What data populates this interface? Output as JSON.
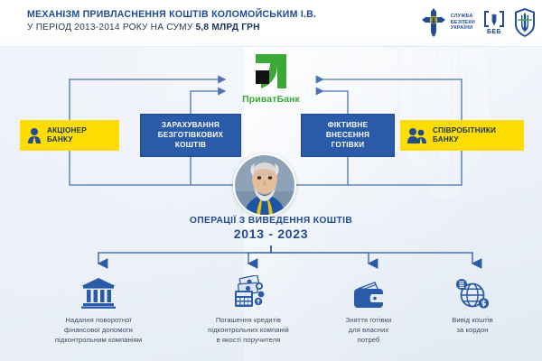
{
  "header": {
    "title_line1": "МЕХАНІЗМ ПРИВЛАСНЕННЯ КОШТІВ КОЛОМОЙСЬКИМ І.В.",
    "title_line2_prefix": "У ПЕРІОД 2013-2014 РОКУ НА СУМУ ",
    "title_line2_amount": "5,8 МЛРД ГРН"
  },
  "logos": [
    {
      "name": "sbu-logo",
      "text_line1": "СЛУЖБА",
      "text_line2": "БЕЗПЕКИ",
      "text_line3": "УКРАЇНИ"
    },
    {
      "name": "beb-logo",
      "text": "БЕБ"
    },
    {
      "name": "prosecutor-logo",
      "text": ""
    }
  ],
  "bank": {
    "name": "ПриватБанк",
    "logo_icon": "privatbank-logo",
    "brand_color": "#3aa935"
  },
  "nodes": [
    {
      "id": "shareholder",
      "label": "АКЦІОНЕР\nБАНКУ",
      "label_line1": "АКЦІОНЕР",
      "label_line2": "БАНКУ",
      "style": "yellow",
      "icon": "person-icon"
    },
    {
      "id": "noncash",
      "label_line1": "ЗАРАХУВАННЯ",
      "label_line2": "БЕЗГОТІВКОВИХ",
      "label_line3": "КОШТІВ",
      "style": "blue"
    },
    {
      "id": "fictitious",
      "label_line1": "ФІКТИВНЕ",
      "label_line2": "ВНЕСЕННЯ",
      "label_line3": "ГОТІВКИ",
      "style": "blue"
    },
    {
      "id": "employees",
      "label_line1": "СПІВРОБІТНИКИ",
      "label_line2": "БАНКУ",
      "style": "yellow",
      "icon": "people-icon"
    }
  ],
  "portrait": {
    "alt": "Коломойський І.В.",
    "icon": "person-portrait"
  },
  "banner": {
    "line1": "ОПЕРАЦІЇ З ВИВЕДЕННЯ КОШТІВ",
    "line2": "2013 - 2023"
  },
  "outcomes": [
    {
      "id": "outcome-1",
      "icon": "bank-building-icon",
      "line1": "Надання поворотної",
      "line2": "фінансової допомоги",
      "line3": "підконтрольним компаніям"
    },
    {
      "id": "outcome-2",
      "icon": "calculator-money-icon",
      "line1": "Погашення кредитів",
      "line2": "підконтрольних компаній",
      "line3": "в якості поручителя"
    },
    {
      "id": "outcome-3",
      "icon": "wallet-icon",
      "line1": "Зняття готівки",
      "line2": "для власних",
      "line3": "потреб"
    },
    {
      "id": "outcome-4",
      "icon": "globe-money-icon",
      "line1": "Вивід коштів",
      "line2": "за кордон",
      "line3": ""
    }
  ],
  "colors": {
    "accent_blue": "#1f4c93",
    "box_blue": "#2a5ba8",
    "yellow": "#ffdd00",
    "green": "#3aa935",
    "line": "#4a72b5",
    "text_dark": "#2d3b50"
  }
}
